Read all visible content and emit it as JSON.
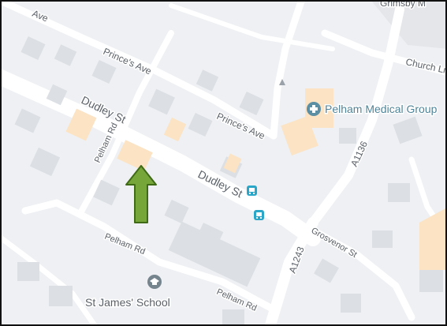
{
  "map": {
    "colors": {
      "land": "#eef0f3",
      "road": "#ffffff",
      "building": "#dcdfe4",
      "building_accent": "#fbe3c3",
      "label": "#5b6168",
      "medical_poi": "#5c8fa4",
      "school_poi": "#76848e",
      "bus_stop": "#2aa6c8",
      "arrow_fill": "#76a53a",
      "arrow_outline": "#3f6a16"
    },
    "street_labels": {
      "ave_top": "Ave",
      "grimsby": "Grimsby M",
      "princes_ave_1": "Prince's Ave",
      "princes_ave_2": "Prince's Ave",
      "church_ln": "Church Ln",
      "dudley_st_1": "Dudley St",
      "dudley_st_2": "Dudley St",
      "pelham_rd_1": "Pelham Rd",
      "pelham_rd_2": "Pelham Rd",
      "pelham_rd_3": "Pelham Rd",
      "grosvenor_st": "Grosvenor St",
      "a1136": "A1136",
      "a1243": "A1243"
    },
    "places": {
      "medical": {
        "name": "Pelham Medical Group",
        "icon": "medical-cross-icon"
      },
      "school": {
        "name": "St James' School",
        "icon": "graduation-cap-icon"
      }
    },
    "markers": {
      "bus_stops": [
        "bus-stop-icon",
        "bus-stop-icon"
      ],
      "arrow": {
        "icon": "up-arrow-icon",
        "direction": "up"
      }
    }
  }
}
